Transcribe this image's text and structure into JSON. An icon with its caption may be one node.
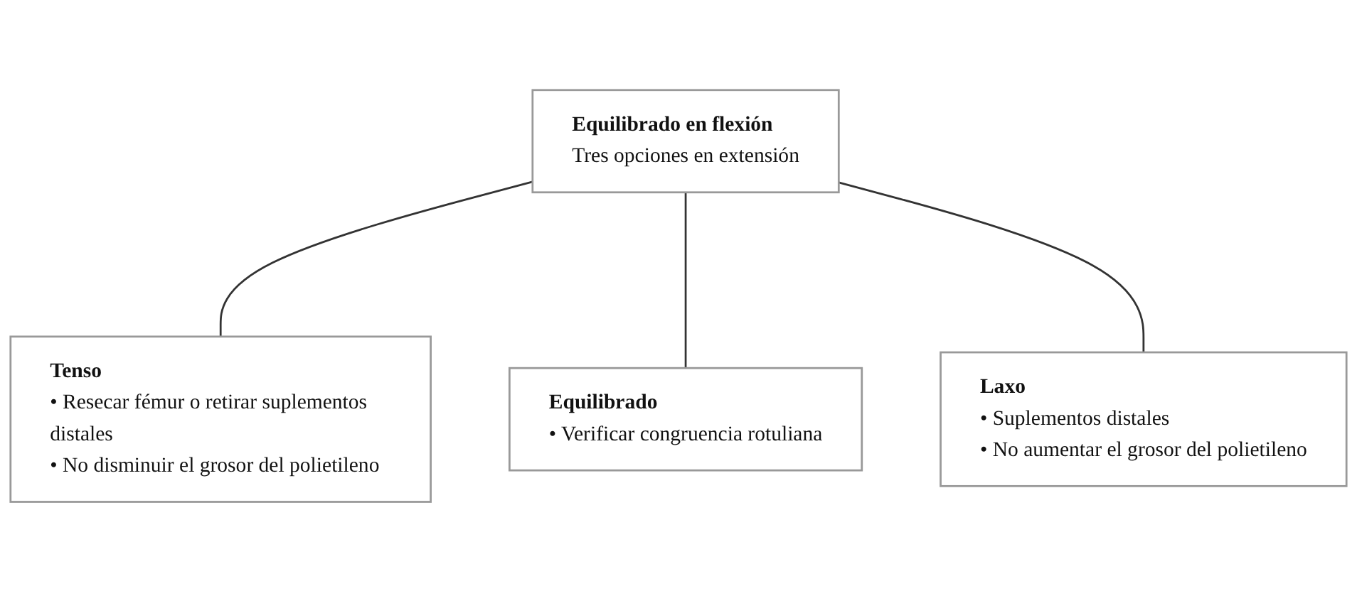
{
  "diagram": {
    "nodes": [
      {
        "text": [
          "Equilibrado en flexión",
          "Tres opciones en extensión"
        ]
      },
      {
        "text": [
          "Tenso",
          "• Resecar fémur o retirar suplementos distales",
          "• No disminuir el grosor del polietileno"
        ]
      },
      {
        "text": [
          "Equilibrado",
          "• Verificar congruencia rotuliana"
        ]
      },
      {
        "text": [
          "Laxo",
          "• Suplementos distales",
          "• No aumentar el grosor del polietileno"
        ]
      }
    ],
    "edges": [
      {
        "from": 0,
        "to": 1,
        "arrow": "none"
      },
      {
        "from": 0,
        "to": 2,
        "arrow": "none"
      },
      {
        "from": 0,
        "to": 3,
        "arrow": "none"
      }
    ]
  }
}
